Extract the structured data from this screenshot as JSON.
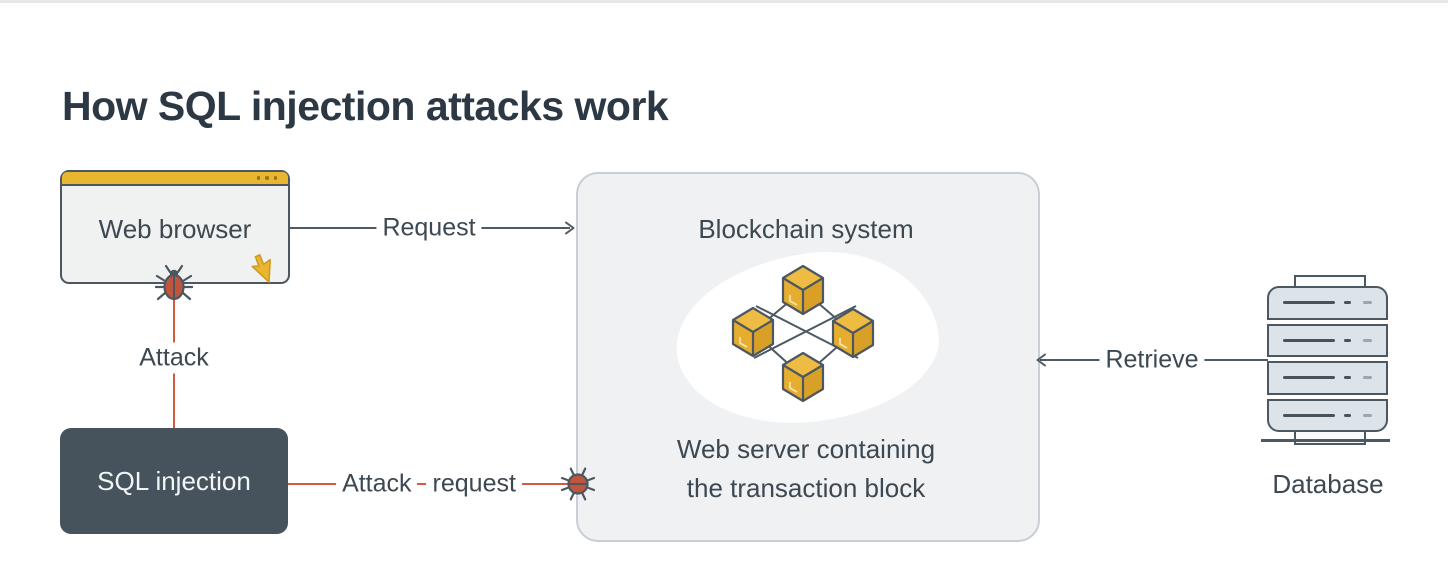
{
  "title": "How SQL injection attacks work",
  "nodes": {
    "web_browser": {
      "label": "Web browser"
    },
    "blockchain": {
      "label": "Blockchain system",
      "description": "Web server containing\nthe transaction block"
    },
    "sql_injection": {
      "label": "SQL injection"
    },
    "database": {
      "label": "Database"
    }
  },
  "edges": {
    "request": {
      "label": "Request"
    },
    "attack": {
      "label": "Attack"
    },
    "attack_request": {
      "words": [
        "Attack",
        "request"
      ]
    },
    "retrieve": {
      "label": "Retrieve"
    }
  },
  "icons": {
    "browser_menu": "three-dots-icon",
    "cursor": "cursor-pointer-icon",
    "browser_bug": "bug-icon",
    "attack_request_bug": "bug-icon",
    "blockchain_cluster": "blockchain-cubes-icon",
    "database_stack": "database-icon"
  },
  "colors": {
    "accent_gold": "#e9b62f",
    "cube_gold_dark": "#d9a028",
    "attack_red": "#d15b41",
    "bug_red": "#c0553c",
    "dark_slate": "#46535d",
    "outline": "#4b5761",
    "panel_fill": "#f0f1f2",
    "panel_border": "#c7ced5",
    "database_fill": "#dce3e9",
    "text": "#3c4852",
    "title_text": "#2d3845",
    "background": "#ffffff"
  }
}
